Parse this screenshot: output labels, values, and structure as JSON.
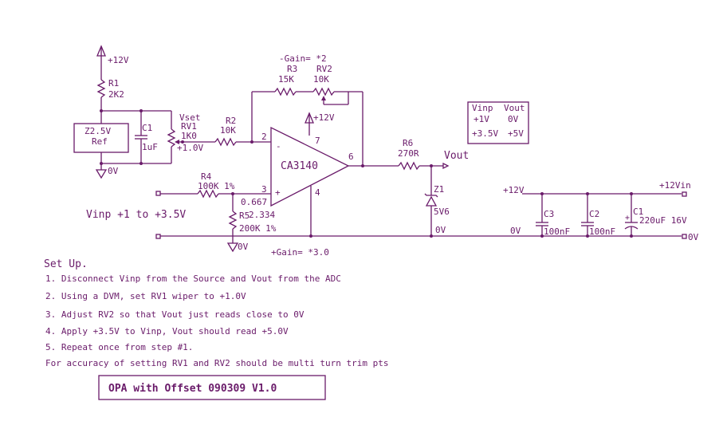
{
  "labels": {
    "v12_top": "+12V",
    "r1_ref": "R1",
    "r1_val": "2K2",
    "ref_val": "Z2.5V",
    "ref_name": "Ref",
    "c1_ref": "C1",
    "c1_val": "1uF",
    "gnd_ref": "0V",
    "vset": "Vset",
    "rv1_ref": "RV1",
    "rv1_val": "1K0",
    "rv1_wiper": "+1.0V",
    "r2_ref": "R2",
    "r2_val": "10K",
    "gain_neg": "-Gain= *2",
    "r3_ref": "R3",
    "r3_val": "15K",
    "rv2_ref": "RV2",
    "rv2_val": "10K",
    "opamp_v12": "+12V",
    "opamp_name": "CA3140",
    "pin2": "2",
    "pin3": "3",
    "pin4": "4",
    "pin6": "6",
    "pin7": "7",
    "minus_sign": "-",
    "plus_sign": "+",
    "r6_ref": "R6",
    "r6_val": "270R",
    "vout": "Vout",
    "z1_ref": "Z1",
    "z1_val": "5V6",
    "gnd_z1": "0V",
    "r4_ref": "R4",
    "r4_val": "100K 1%",
    "ratio_top": "0.667",
    "ratio_bot": "2.334",
    "r5_ref": "R5",
    "r5_val": "200K 1%",
    "gnd_r5": "0V",
    "vinp_range": "Vinp +1 to +3.5V",
    "gain_pos": "+Gain= *3.0",
    "psu_v12": "+12V",
    "psu_v12in": "+12Vin",
    "c3_ref": "C3",
    "c3_val": "100nF",
    "c2_ref": "C2",
    "c2_val": "100nF",
    "c1b_ref": "C1",
    "c1b_val": "220uF 16V",
    "psu_gnd_mid": "0V",
    "psu_gnd_right": "0V"
  },
  "table": {
    "headers": [
      "Vinp",
      "Vout"
    ],
    "rows": [
      [
        "+1V",
        "0V"
      ],
      [
        "+3.5V",
        "+5V"
      ]
    ]
  },
  "setup": {
    "title": "Set Up.",
    "steps": [
      "1. Disconnect Vinp from the Source and Vout from the ADC",
      "2. Using a DVM, set RV1 wiper to +1.0V",
      "3. Adjust RV2 so that Vout just reads close to 0V",
      "4. Apply +3.5V to Vinp,  Vout should read +5.0V",
      "5. Repeat once from step #1."
    ],
    "note": "For accuracy of setting RV1 and RV2 should be multi turn trim pts"
  },
  "title_box": "OPA with Offset 090309 V1.0"
}
